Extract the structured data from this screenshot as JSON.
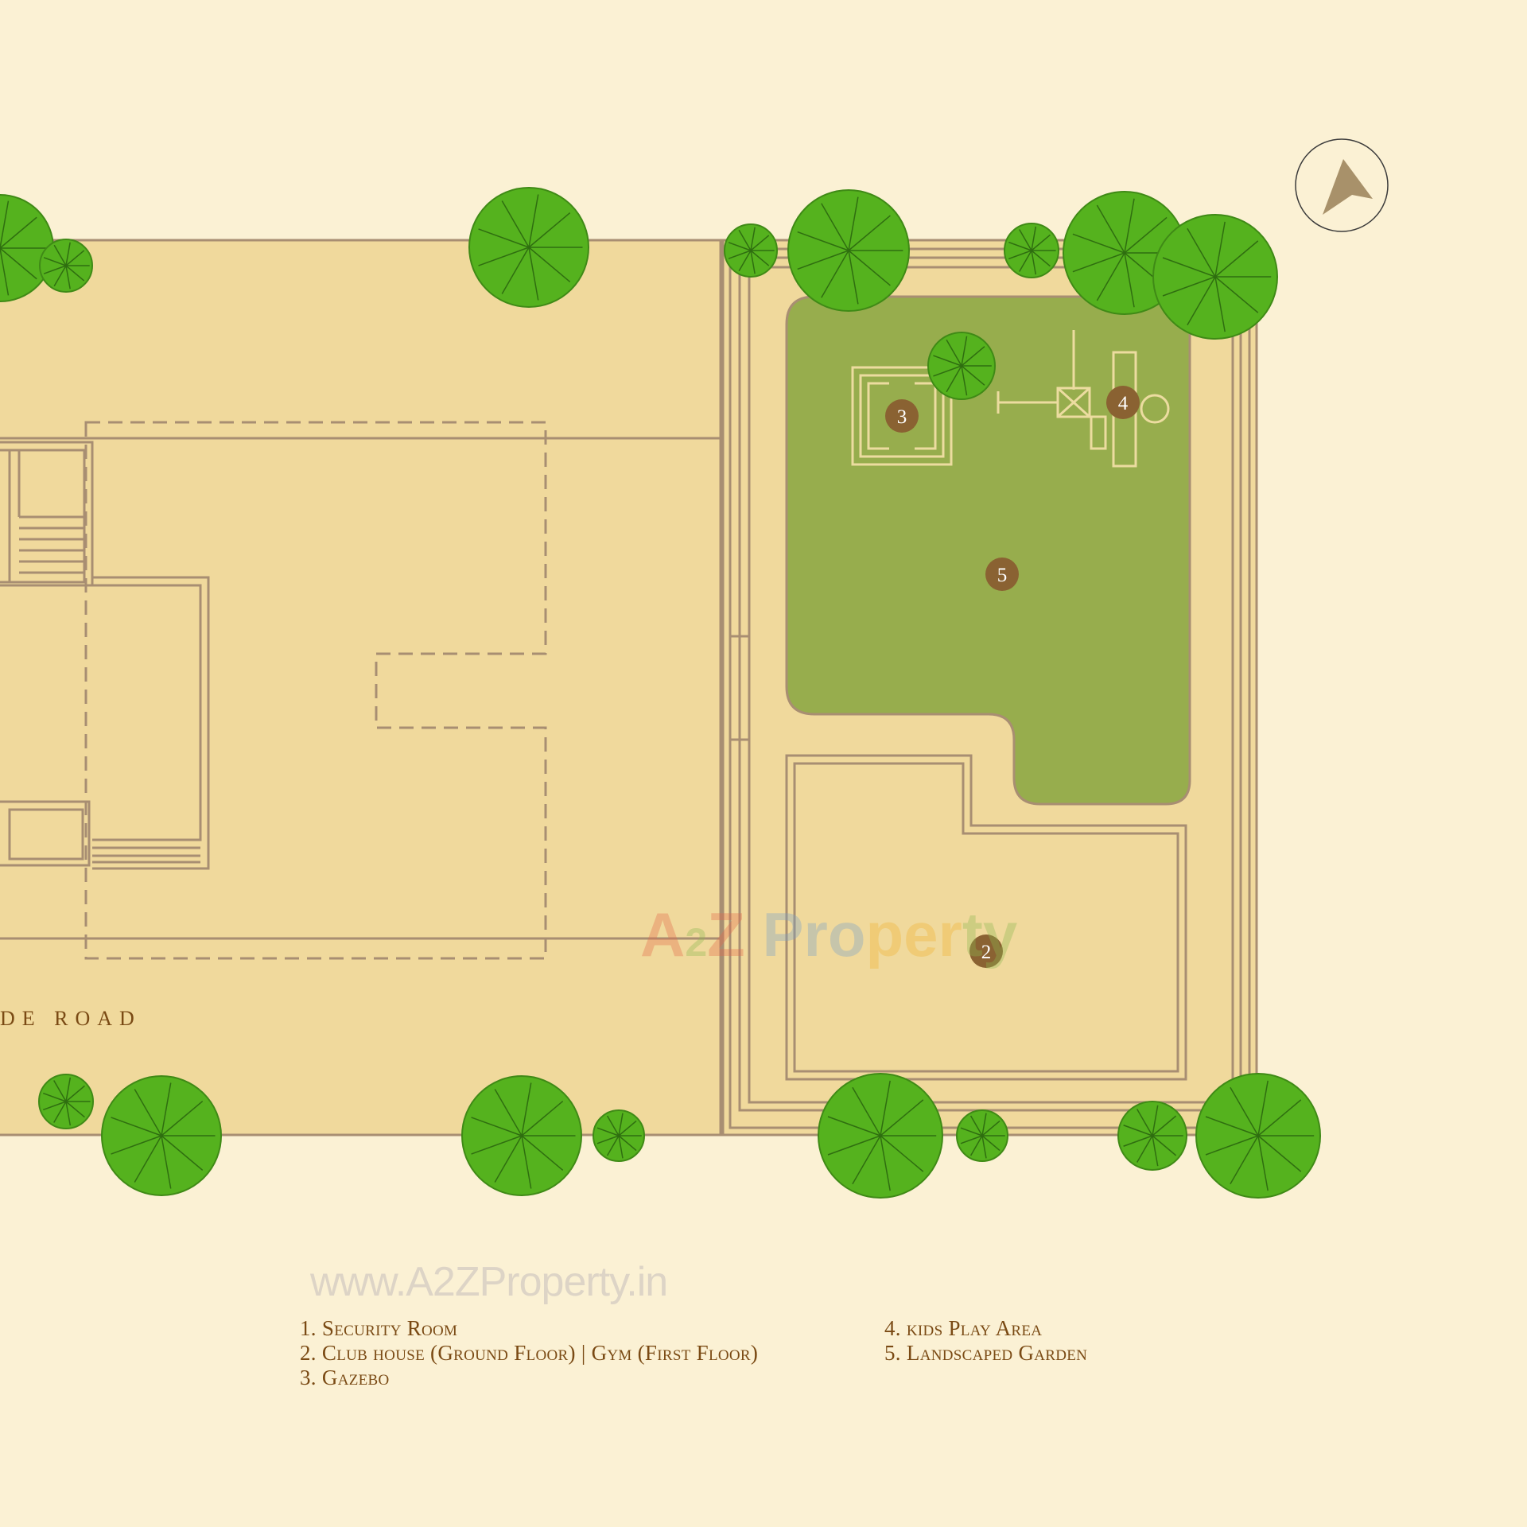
{
  "road_label": "DE ROAD",
  "markers": [
    {
      "number": "3",
      "label": "Gazebo"
    },
    {
      "number": "4",
      "label": "kids Play Area"
    },
    {
      "number": "5",
      "label": "Landscaped Garden"
    },
    {
      "number": "2",
      "label": "Club house"
    }
  ],
  "legend": [
    "1. Security Room",
    "2. Club house (Ground Floor) | Gym (First Floor)",
    "3. Gazebo",
    "4. kids Play Area",
    "5. Landscaped Garden"
  ],
  "watermark": {
    "logo": "A2Z Property",
    "url": "www.A2ZProperty.in"
  },
  "compass": "north-arrow-icon",
  "colors": {
    "background": "#fbf1d4",
    "plot": "#f0d99c",
    "garden": "#97ad4d",
    "line": "#a88e72",
    "tree": "#55b21e",
    "marker": "#8a6232",
    "text": "#7a4a14"
  }
}
